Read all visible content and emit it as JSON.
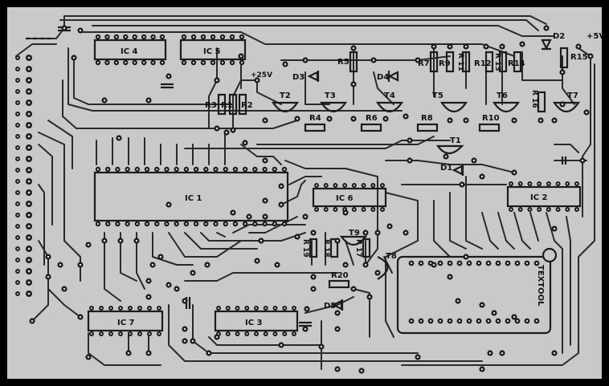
{
  "colors": {
    "frame": "#000000",
    "board": "#c9c9c9",
    "trace": "#2a2a2a",
    "pad": "#1c1c1c",
    "hole": "#d8d8d8",
    "label": "#111111"
  },
  "supply": {
    "plus5": "+5V",
    "plus25": "+25V"
  },
  "ics": {
    "ic1": "IC 1",
    "ic2": "IC 2",
    "ic3": "IC 3",
    "ic4": "IC 4",
    "ic5": "IC 5",
    "ic6": "IC 6",
    "ic7": "IC 7"
  },
  "socket_label": "TEXTOOL",
  "transistors": {
    "t1": "T1",
    "t2": "T2",
    "t3": "T3",
    "t4": "T4",
    "t5": "T5",
    "t6": "T6",
    "t7": "T7",
    "t8": "T8",
    "t9": "T9"
  },
  "diodes": {
    "d1": "D1",
    "d2": "D2",
    "d3": "D3",
    "d4": "D4",
    "d5": "D5"
  },
  "resistors": {
    "r1": "R1",
    "r2": "R2",
    "r3": "R3",
    "r4": "R4",
    "r5": "R5",
    "r6": "R6",
    "r7": "R7",
    "r8": "R8",
    "r9": "R9",
    "r10": "R10",
    "r11": "R 11",
    "r12": "R12",
    "r13": "R 13",
    "r14": "R14",
    "r15": "R15",
    "r16": "R 16",
    "r17": "R 17",
    "r18": "R 18",
    "r19": "R 19",
    "r20": "R20"
  }
}
